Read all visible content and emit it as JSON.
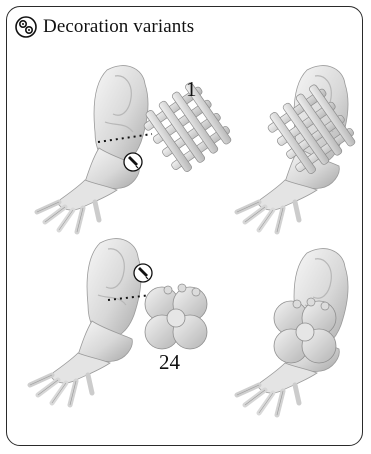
{
  "header": {
    "icon": "gear-decoration-icon",
    "title": "Decoration variants"
  },
  "steps": [
    {
      "number": "1",
      "part": "woven-lattice-decoration",
      "tool": "glue-applicator-icon"
    },
    {
      "number": "24",
      "part": "round-flower-decoration",
      "tool": "glue-applicator-icon"
    }
  ],
  "colors": {
    "border": "#2a2a2a",
    "part_light": "#eeeeee",
    "part_mid": "#cfcfcf",
    "part_dark": "#9a9a9a"
  }
}
